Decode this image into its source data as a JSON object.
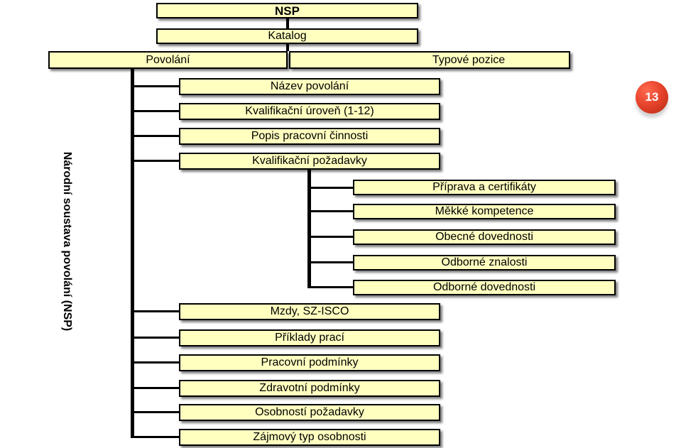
{
  "root": {
    "title": "NSP",
    "catalog": "Katalog"
  },
  "branches": {
    "left": "Povolání",
    "right": "Typové pozice"
  },
  "items": [
    "Název povolání",
    "Kvalifikační úroveň (1-12)",
    "Popis pracovní činnosti",
    "Kvalifikační požadavky",
    "Mzdy, SZ-ISCO",
    "Příklady prací",
    "Pracovní podmínky",
    "Zdravotní podmínky",
    "Osobností požadavky",
    "Zájmový typ osobnosti"
  ],
  "requirements": [
    "Příprava a certifikáty",
    "Měkké kompetence",
    "Obecné dovednosti",
    "Odborné znalosti",
    "Odborné dovednosti"
  ],
  "side_label": "Národní soustava povolání (NSP)",
  "badge": "13",
  "colors": {
    "box_fill": "#ffffc0",
    "line": "#000000",
    "badge": "#e8452d"
  }
}
